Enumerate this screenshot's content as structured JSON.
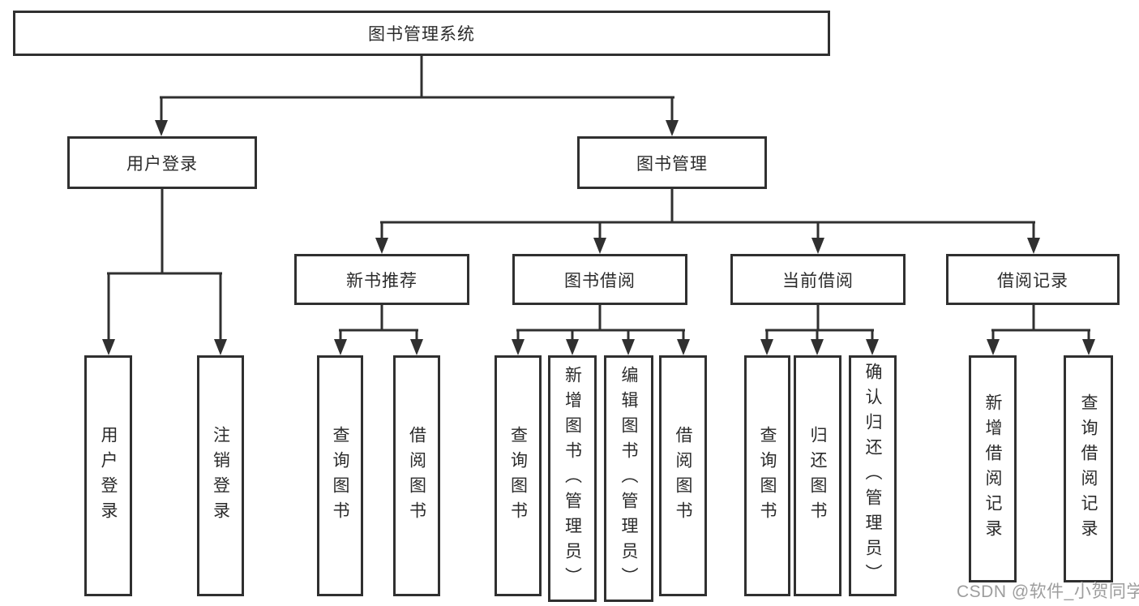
{
  "diagram": {
    "title": "图书管理系统",
    "level1": [
      {
        "label": "用户登录",
        "leaves": [
          "用户登录",
          "注销登录"
        ]
      },
      {
        "label": "图书管理",
        "groups": [
          {
            "label": "新书推荐",
            "leaves": [
              "查询图书",
              "借阅图书"
            ]
          },
          {
            "label": "图书借阅",
            "leaves": [
              "查询图书",
              "新增图书（管理员）",
              "编辑图书（管理员）",
              "借阅图书"
            ]
          },
          {
            "label": "当前借阅",
            "leaves": [
              "查询图书",
              "归还图书",
              "确认归还（管理员）"
            ]
          },
          {
            "label": "借阅记录",
            "leaves": [
              "新增借阅记录",
              "查询借阅记录"
            ]
          }
        ]
      }
    ]
  },
  "watermark": "CSDN @软件_小贺同学",
  "colors": {
    "line": "#303030",
    "box_border": "#303030",
    "text": "#2b2b2b",
    "watermark": "#9d9d9d",
    "background": "#ffffff"
  }
}
